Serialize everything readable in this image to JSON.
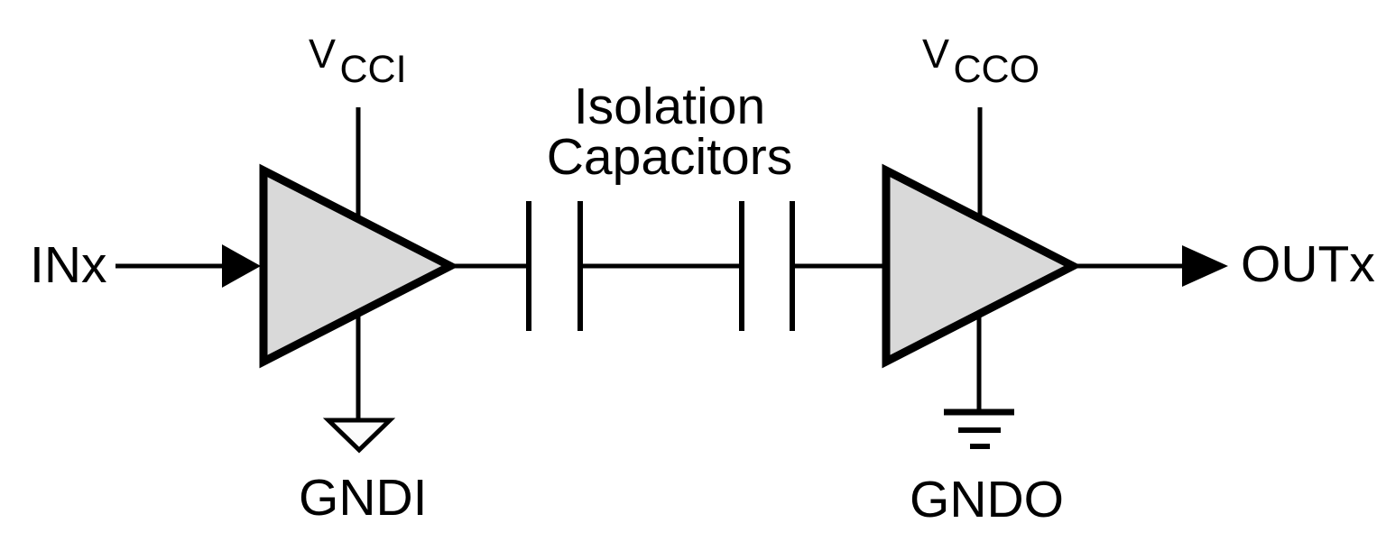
{
  "diagram": {
    "title_line1": "Isolation",
    "title_line2": "Capacitors",
    "input_label": "INx",
    "output_label": "OUTx",
    "left_supply_main": "V",
    "left_supply_sub": "CCI",
    "right_supply_main": "V",
    "right_supply_sub": "CCO",
    "left_ground_label": "GNDI",
    "right_ground_label": "GNDO",
    "icons": {
      "input_buffer": "buffer-amplifier-triangle",
      "output_buffer": "buffer-amplifier-triangle",
      "left_ground": "signal-ground-triangle",
      "right_ground": "earth-ground-bars",
      "capacitors": "series-capacitor-plates",
      "arrows": "filled-right-arrowhead"
    },
    "colors": {
      "stroke": "#000000",
      "buffer_fill": "#d9d9d9",
      "ground_fill": "#fbfbfb",
      "background": "#ffffff"
    }
  }
}
